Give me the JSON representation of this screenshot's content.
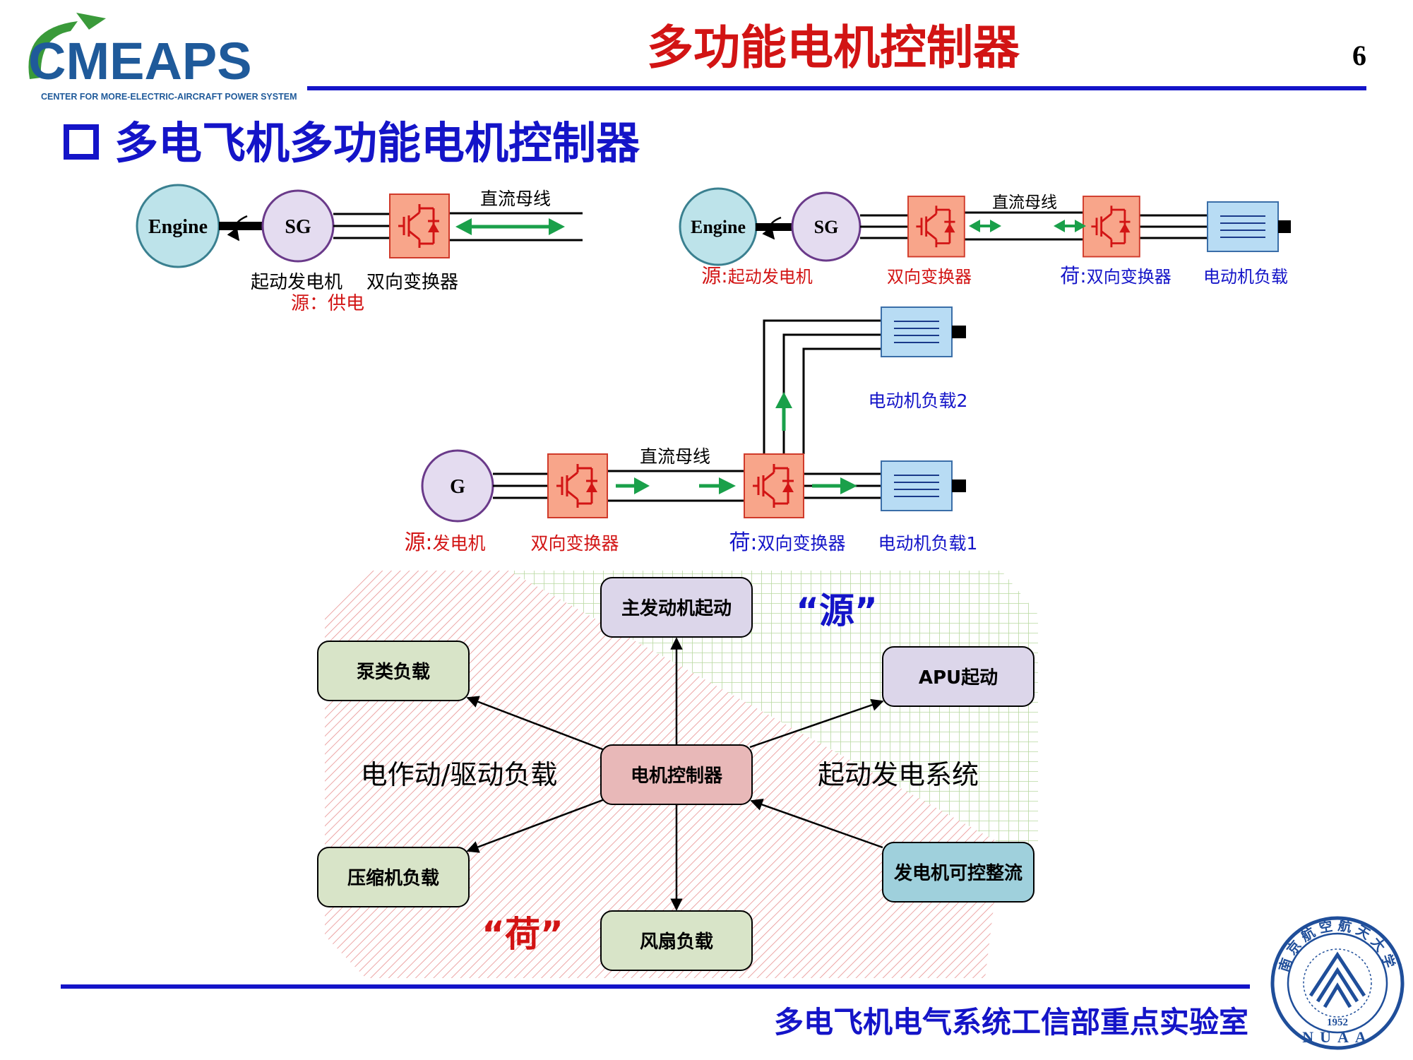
{
  "colors": {
    "blue": "#1414c8",
    "red": "#d21414",
    "green_arrow": "#1aa04a",
    "converter_fill": "#f8a58a",
    "converter_stroke": "#d03a2a",
    "load_fill": "#b8dcf4",
    "load_stroke": "#3a6ea8",
    "circle_fill": "#e4dcf0",
    "circle_stroke": "#6a3a8a",
    "engine_fill": "#bde3ea",
    "engine_stroke": "#3a8090",
    "hatch_red": "#e89090",
    "grid_green": "#b8d8a0"
  },
  "header": {
    "logo_text": "CMEAPS",
    "logo_subtitle": "CENTER FOR  MORE-ELECTRIC-AIRCRAFT POWER SYSTEM",
    "title": "多功能电机控制器",
    "page_number": "6"
  },
  "section": {
    "bullet_icon": "hollow-square-bullet",
    "heading": "多电飞机多功能电机控制器"
  },
  "diagram_a": {
    "engine": "Engine",
    "sg": "SG",
    "bus_label": "直流母线",
    "label_machine": "起动发电机",
    "label_converter": "双向变换器",
    "label_role": "源：供电"
  },
  "diagram_b": {
    "engine": "Engine",
    "sg": "SG",
    "bus_label": "直流母线",
    "label_source_prefix": "源:",
    "label_source": "起动发电机",
    "label_converter": "双向变换器",
    "label_load_prefix": "荷:",
    "label_load_converter": "双向变换器",
    "label_motor_load": "电动机负载"
  },
  "diagram_c": {
    "generator": "G",
    "bus_label": "直流母线",
    "label_source_prefix": "源:",
    "label_source": "发电机",
    "label_converter": "双向变换器",
    "label_load_prefix": "荷:",
    "label_load_converter": "双向变换器",
    "label_motor_load_1": "电动机负载1",
    "label_motor_load_2": "电动机负载2"
  },
  "function_map": {
    "center": "电机控制器",
    "main_engine_start": "主发动机起动",
    "apu_start": "APU起动",
    "generator_rectifier": "发电机可控整流",
    "fan_load": "风扇负载",
    "compressor_load": "压缩机负载",
    "pump_load": "泵类负载",
    "region_left_label": "电作动/驱动负载",
    "region_right_label": "起动发电系统",
    "source_tag": "“源”",
    "load_tag": "“荷”"
  },
  "footer": {
    "lab_name": "多电飞机电气系统工信部重点实验室",
    "seal_year": "1952",
    "seal_letters": "NUAA",
    "seal_name": "南京航空航天大学"
  }
}
